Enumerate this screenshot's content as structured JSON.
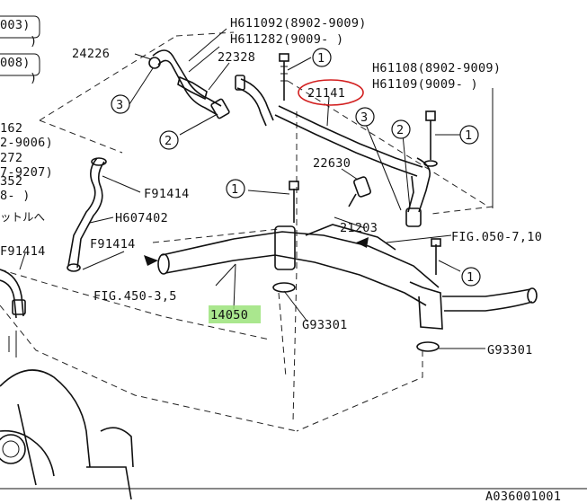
{
  "diagram": {
    "part_labels": {
      "h611092": "H611092(8902-9009)",
      "h611282": "H611282(9009-     )",
      "p24226": "24226",
      "p22328": "22328",
      "p21141": "21141",
      "h61108": "H61108(8902-9009)",
      "h61109": "H61109(9009-     )",
      "p22630": "22630",
      "p21203": "21203",
      "f91414_a": "F91414",
      "h607402": "H607402",
      "f91414_b": "F91414",
      "f91414_c": "F91414",
      "fig050": "FIG.050-7,10",
      "fig450": "FIG.450-3,5",
      "p14050": "14050",
      "g93301_a": "G93301",
      "g93301_b": "G93301",
      "footer_code": "A036001001"
    },
    "callout_numbers": {
      "c1": "1",
      "c2": "2",
      "c3": "3"
    },
    "left_cutoff_text": {
      "l1": "003)",
      "l2": ")",
      "l3": "008)",
      "l4": ")",
      "l5": "162",
      "l6": "2-9006)",
      "l7": "272",
      "l8": "7-9207)",
      "l9": "352",
      "l10": "8-     )",
      "l11": "ットルへ"
    },
    "colors": {
      "highlight": "#9be37a",
      "circle_mark": "#d21f1f"
    }
  }
}
